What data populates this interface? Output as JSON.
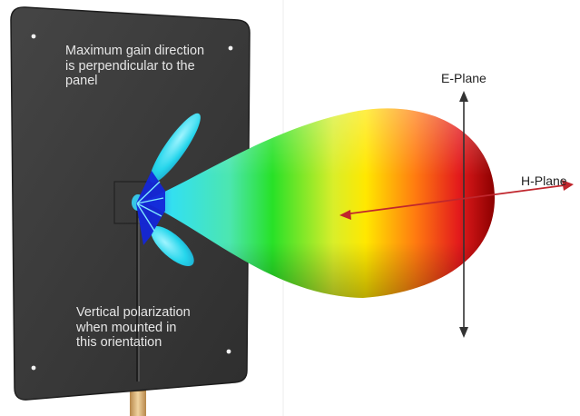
{
  "annotations": {
    "max_gain": [
      "Maximum gain direction",
      "is perpendicular to the",
      "panel"
    ],
    "polarization": [
      "Vertical polarization",
      "when mounted in",
      "this orientation"
    ]
  },
  "axes": {
    "e_plane": "E-Plane",
    "h_plane": "H-Plane"
  },
  "colors": {
    "panel": "#3a3a3a",
    "panel_edge": "#1e1e1e",
    "h_axis": "#c0262d",
    "e_axis": "#333333",
    "lobe_rear": "#8b0000",
    "lobe_red": "#e31a1c",
    "lobe_yellow": "#ffe800",
    "lobe_green": "#27e127",
    "lobe_cyan": "#33e0f0",
    "side_lobe": "#26d6ec",
    "lobe_core": "#1326d8",
    "connector": "#d9b070"
  }
}
